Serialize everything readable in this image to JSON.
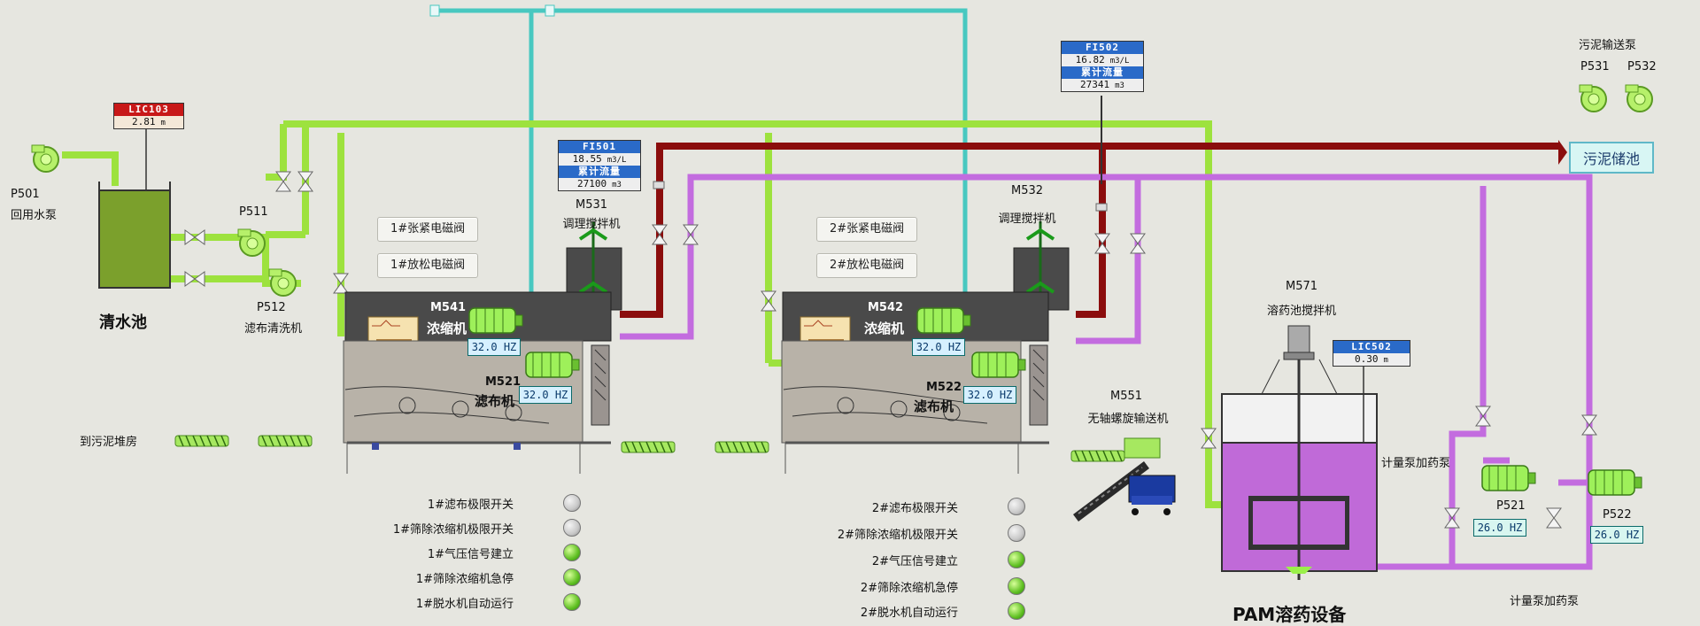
{
  "colors": {
    "water": "#9de23e",
    "sludge": "#8b0d0d",
    "chem": "#c36cdf",
    "cyan": "#48c8c0",
    "machine": "#4a4a4a",
    "tank_water": "#7ba02c",
    "tank_pam": "#c06ad8"
  },
  "clear_pool": {
    "title": "清水池"
  },
  "pumps": {
    "p501": {
      "code": "P501",
      "name": "回用水泵"
    },
    "p511": {
      "code": "P511"
    },
    "p512": {
      "code": "P512",
      "name": "滤布清洗机"
    },
    "sludge_header": {
      "title": "污泥输送泵"
    },
    "p531": {
      "code": "P531"
    },
    "p532": {
      "code": "P532"
    },
    "p521": {
      "code": "P521",
      "hz": "26.0  HZ"
    },
    "p522": {
      "code": "P522",
      "hz": "26.0  HZ"
    }
  },
  "instruments": {
    "lic103": {
      "tag": "LIC103",
      "value": "2.81",
      "unit": "m"
    },
    "fi501": {
      "tag": "FI501",
      "value": "18.55",
      "unit": "m3/L",
      "total_label": "累计流量",
      "total": "27100",
      "total_unit": "m3"
    },
    "fi502": {
      "tag": "FI502",
      "value": "16.82",
      "unit": "m3/L",
      "total_label": "累计流量",
      "total": "27341",
      "total_unit": "m3"
    },
    "lic502": {
      "tag": "LIC502",
      "value": "0.30",
      "unit": "m"
    }
  },
  "line1": {
    "btn_tension": "1#张紧电磁阀",
    "btn_release": "1#放松电磁阀",
    "m531": {
      "code": "M531",
      "name": "调理搅拌机"
    },
    "m541": {
      "code": "M541",
      "name": "浓缩机",
      "hz": "32.0  HZ"
    },
    "m521": {
      "code": "M521",
      "name": "滤布机",
      "hz": "32.0  HZ"
    }
  },
  "line2": {
    "btn_tension": "2#张紧电磁阀",
    "btn_release": "2#放松电磁阀",
    "m532": {
      "code": "M532",
      "name": "调理搅拌机"
    },
    "m542": {
      "code": "M542",
      "name": "浓缩机",
      "hz": "32.0  HZ"
    },
    "m522": {
      "code": "M522",
      "name": "滤布机",
      "hz": "32.0  HZ"
    }
  },
  "m551": {
    "code": "M551",
    "name": "无轴螺旋输送机"
  },
  "m571": {
    "code": "M571",
    "name": "溶药池搅拌机"
  },
  "to_sludge_house": "到污泥堆房",
  "sludge_tank": "污泥储池",
  "dosing_pump_1": "计量泵加药泵",
  "dosing_pump_2": "计量泵加药泵",
  "pam_title": "PAM溶药设备",
  "status1": [
    {
      "label": "1#滤布极限开关",
      "state": "off"
    },
    {
      "label": "1#筛除浓缩机极限开关",
      "state": "off"
    },
    {
      "label": "1#气压信号建立",
      "state": "on"
    },
    {
      "label": "1#筛除浓缩机急停",
      "state": "on"
    },
    {
      "label": "1#脱水机自动运行",
      "state": "on"
    }
  ],
  "status2": [
    {
      "label": "2#滤布极限开关",
      "state": "off"
    },
    {
      "label": "2#筛除浓缩机极限开关",
      "state": "off"
    },
    {
      "label": "2#气压信号建立",
      "state": "on"
    },
    {
      "label": "2#筛除浓缩机急停",
      "state": "on"
    },
    {
      "label": "2#脱水机自动运行",
      "state": "on"
    }
  ]
}
